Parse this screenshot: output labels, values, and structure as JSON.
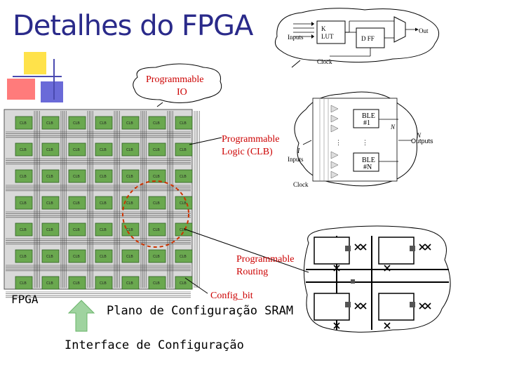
{
  "title": "Detalhes do FPGA",
  "top_cell": {
    "inputs": "Inputs",
    "lut": [
      "K",
      "LUT"
    ],
    "dff": "D FF",
    "out": "Out",
    "clock": "Clock"
  },
  "callouts": {
    "prog_io": [
      "Programmable",
      "IO"
    ],
    "prog_logic": [
      "Programmable",
      "Logic (CLB)"
    ],
    "prog_routing": [
      "Programmable",
      "Routing"
    ]
  },
  "cluster": {
    "ble1": [
      "BLE",
      "#1"
    ],
    "bleN": [
      "BLE",
      "#N"
    ],
    "n_top": "N",
    "n_right": "N",
    "outputs": "Outputs",
    "i": "I",
    "inputs": "Inputs",
    "clock": "Clock"
  },
  "grid": {
    "clb_label": "CLB",
    "fpga_label": "FPGA"
  },
  "config_bit": "Config_bit",
  "config_plane": "Plano de Configuração SRAM",
  "config_interface": "Interface de Configuração",
  "colors": {
    "title": "#2a2a8a",
    "clb_fill": "#6aa84f",
    "grid_bg": "#d8d8d8",
    "callout_text": "#cc0000",
    "dashed_circle": "#cc3300",
    "arrow_green": "#9fd39f"
  }
}
